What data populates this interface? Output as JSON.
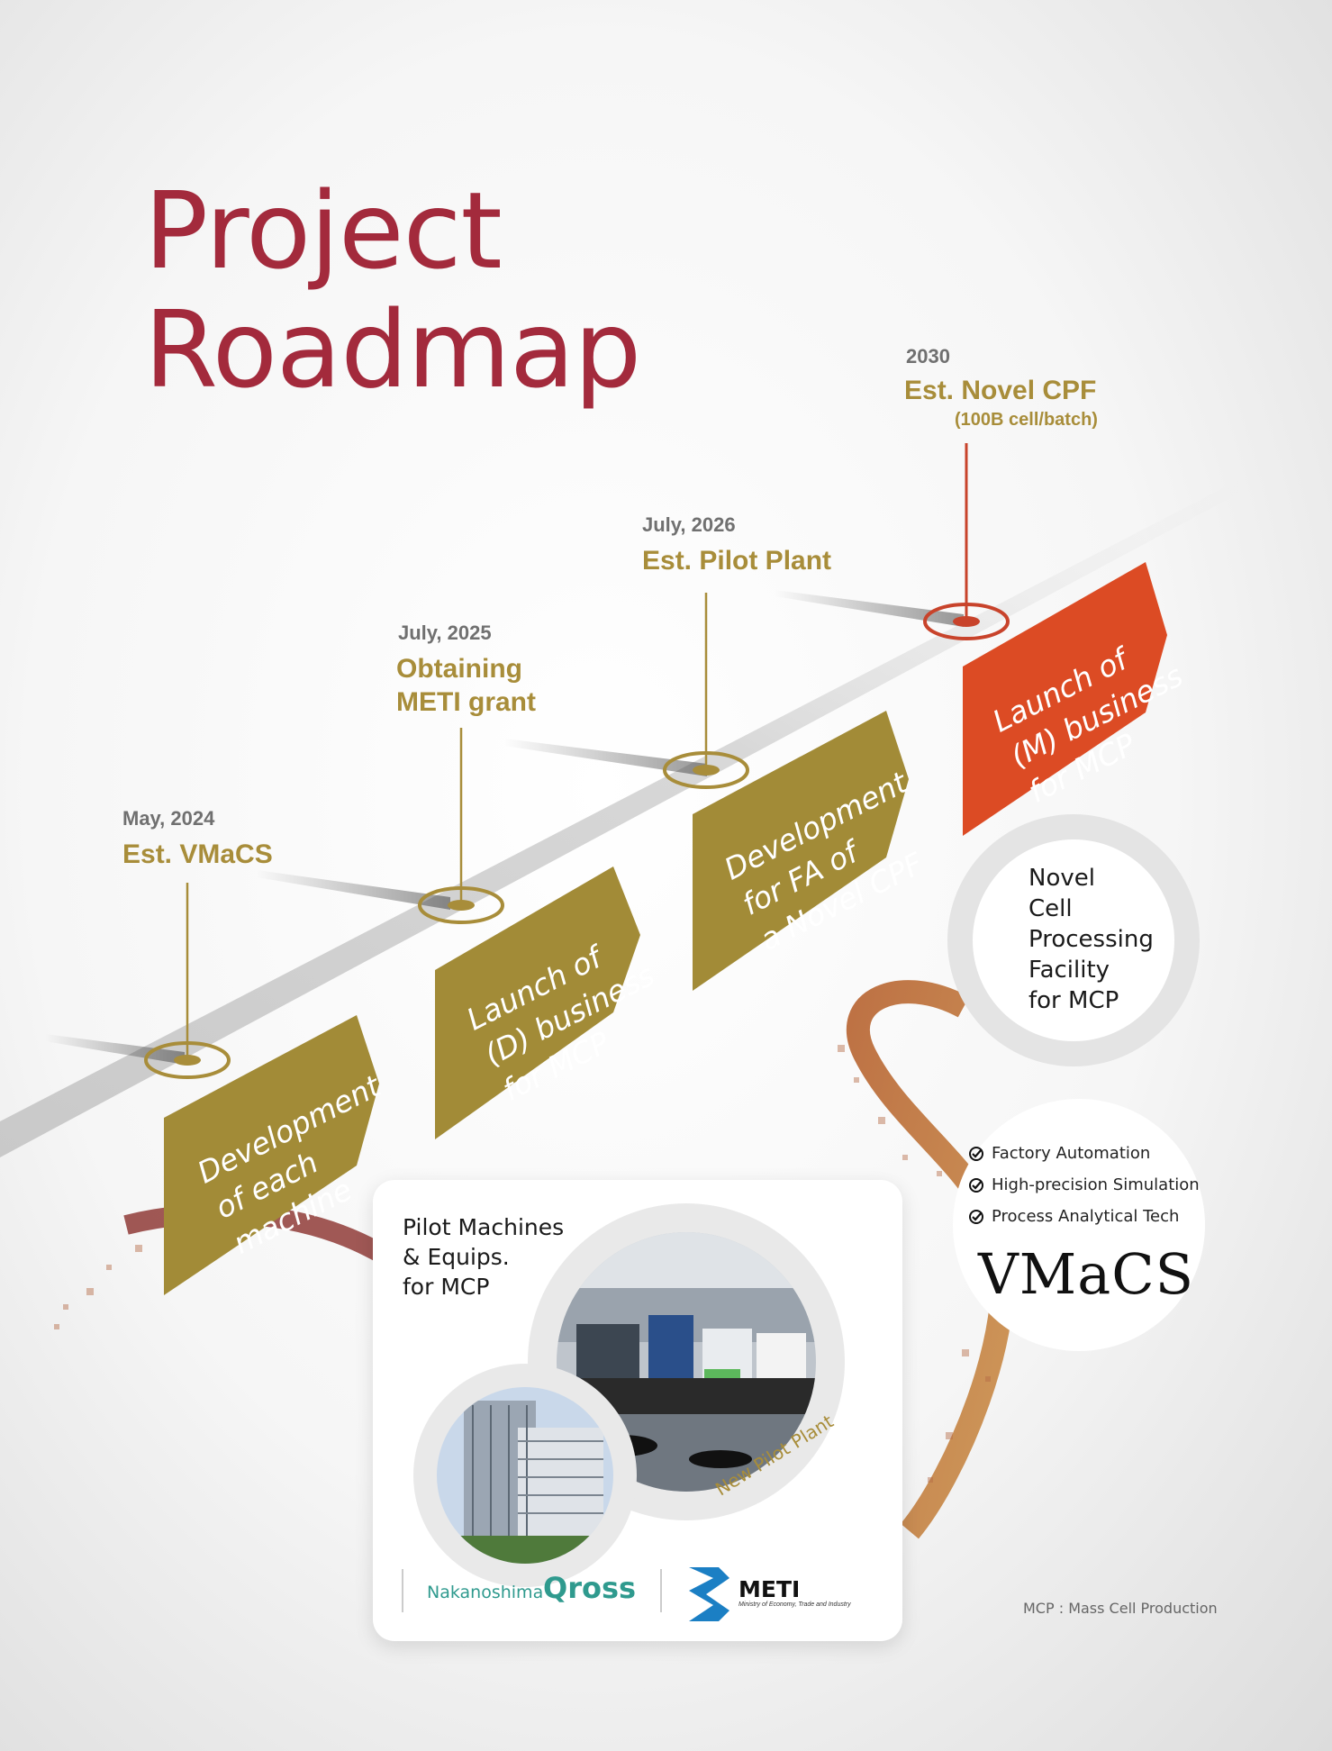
{
  "title": {
    "line1": "Project",
    "line2": "Roadmap"
  },
  "milestones": [
    {
      "date": "May, 2024",
      "label": "Est. VMaCS"
    },
    {
      "date": "July, 2025",
      "label": "Obtaining\nMETI grant"
    },
    {
      "date": "July, 2026",
      "label": "Est. Pilot Plant"
    },
    {
      "date": "2030",
      "label": "Est. Novel CPF",
      "sublabel": "(100B cell/batch)"
    }
  ],
  "phases": [
    {
      "text": "Development\nof each\nmachine",
      "color": "#a28b37"
    },
    {
      "text": "Launch of\n(D) business\nfor MCP",
      "color": "#a28b37"
    },
    {
      "text": "Development\nfor FA of\na Novel CPF",
      "color": "#a28b37"
    },
    {
      "text": "Launch of\n(M) business\nfor MCP",
      "color": "#dc4b24"
    }
  ],
  "novel_cpf": {
    "text": "Novel\nCell\nProcessing\nFacility\nfor MCP"
  },
  "vmacs": {
    "features": [
      "Factory Automation",
      "High-precision Simulation",
      "Process Analytical Tech"
    ],
    "logo": "VMaCS"
  },
  "pilot_card": {
    "text": "Pilot Machines\n& Equips.\nfor MCP",
    "photo_label": "New Pilot Plant",
    "logos": {
      "nakanoshima": "Nakanoshima",
      "qross": "Qross",
      "meti": "METI",
      "meti_sub": "Ministry of Economy, Trade and Industry"
    }
  },
  "footnote": "MCP : Mass Cell Production",
  "colors": {
    "title": "#a32a3c",
    "gold": "#a88d3a",
    "orange": "#dc4b24",
    "dark_gold": "#a28b37"
  }
}
